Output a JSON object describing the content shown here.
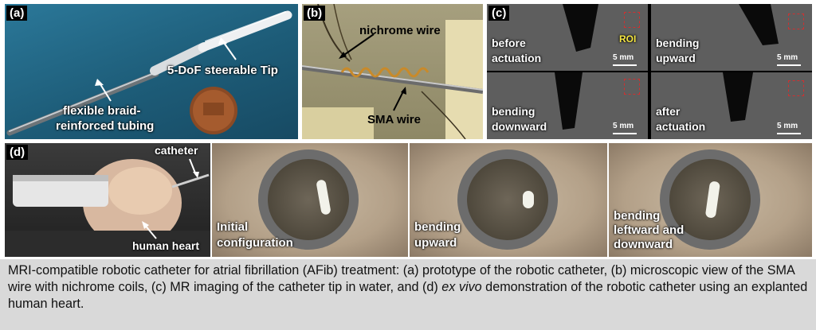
{
  "panels": {
    "a": {
      "tag": "(a)",
      "label_tip": "5-DoF steerable Tip",
      "label_tubing_line1": "flexible braid-",
      "label_tubing_line2": "reinforced tubing"
    },
    "b": {
      "tag": "(b)",
      "label_nichrome": "nichrome wire",
      "label_sma": "SMA wire"
    },
    "c": {
      "tag": "(c)",
      "roi": "ROI",
      "scale": "5 mm",
      "frames": [
        {
          "line1": "before",
          "line2": "actuation"
        },
        {
          "line1": "bending",
          "line2": "upward"
        },
        {
          "line1": "bending",
          "line2": "downward"
        },
        {
          "line1": "after",
          "line2": "actuation"
        }
      ]
    },
    "d": {
      "tag": "(d)",
      "label_catheter": "catheter",
      "label_heart": "human heart",
      "frames": [
        {
          "line1": "Initial",
          "line2": "configuration",
          "line3": ""
        },
        {
          "line1": "bending",
          "line2": "upward",
          "line3": ""
        },
        {
          "line1": "bending",
          "line2": "leftward and",
          "line3": "downward"
        }
      ]
    }
  },
  "caption": {
    "part1": "MRI-compatible robotic catheter for atrial fibrillation (AFib) treatment: (a) prototype of the robotic catheter, (b) microscopic view of the SMA wire with nichrome coils, (c) MR imaging of the catheter tip in water, and (d) ",
    "italic": "ex vivo",
    "part2": " demonstration of the robotic catheter using an explanted human heart."
  },
  "colors": {
    "panel_a_bg": "#1f5f7a",
    "panel_b_bg": "#9a9270",
    "mri_bg": "#5e5e5e",
    "caption_bg": "#d9d9d9"
  }
}
